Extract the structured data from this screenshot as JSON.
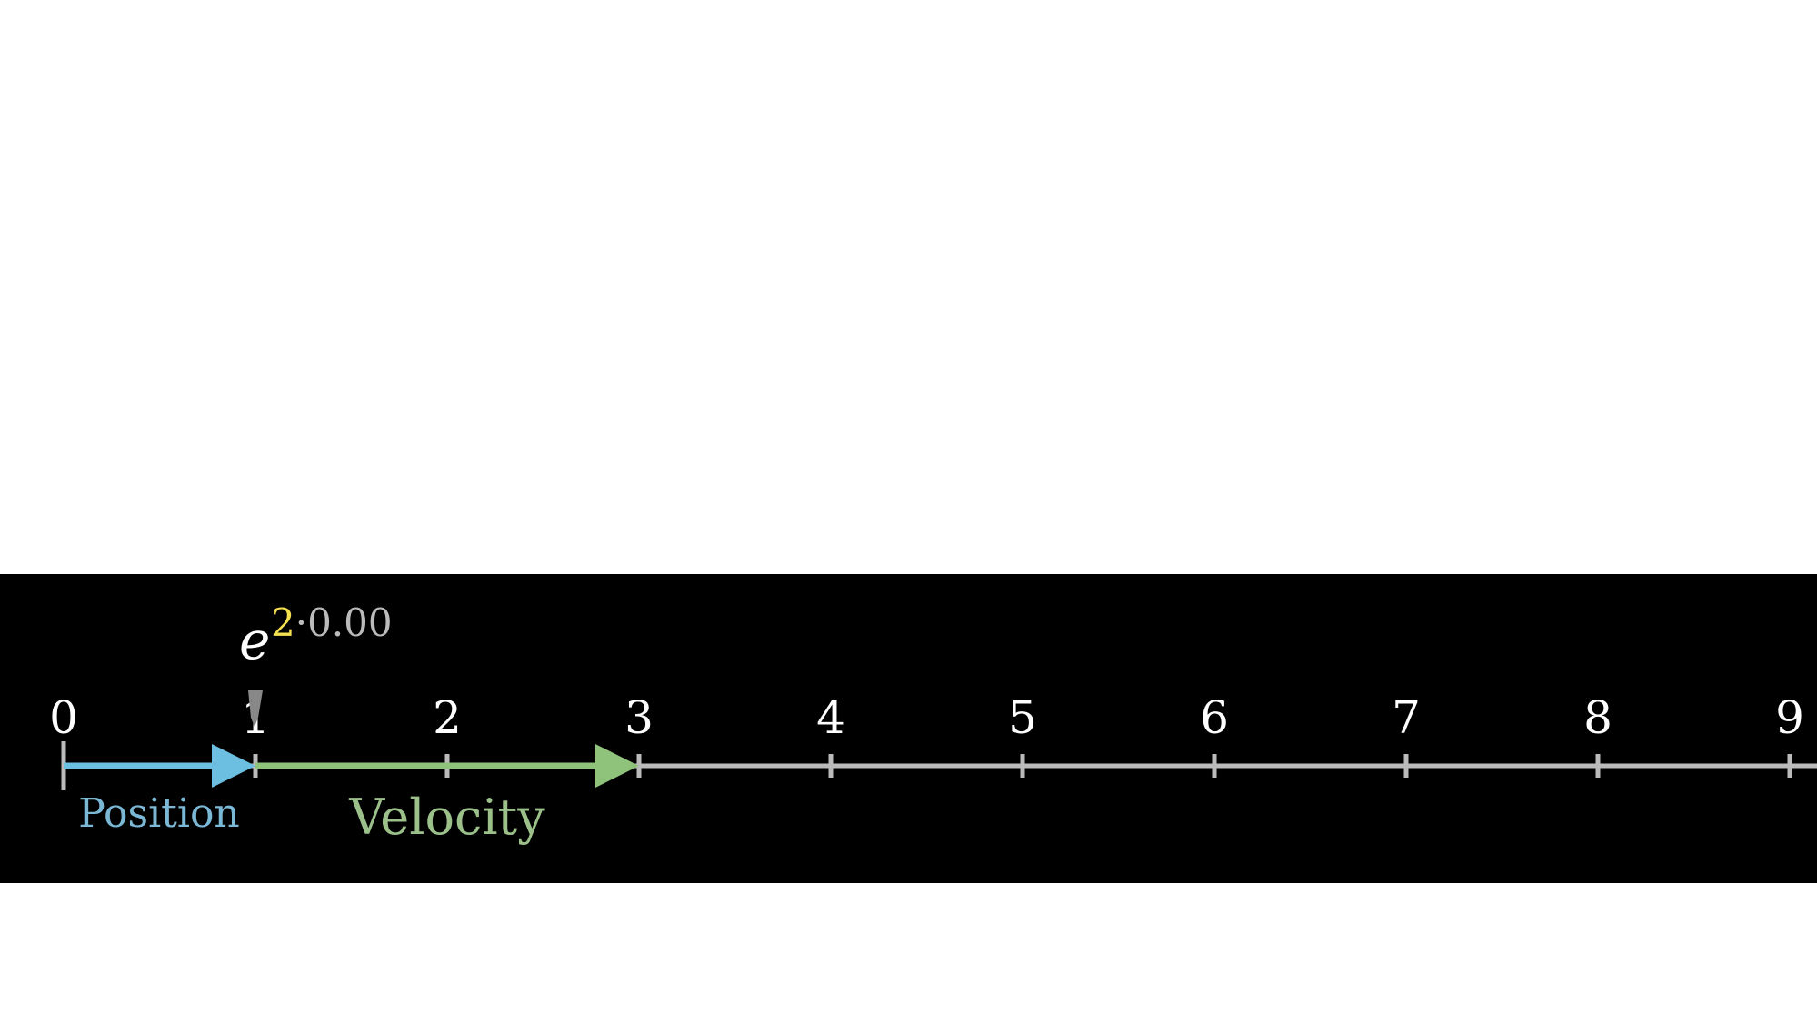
{
  "number_line": {
    "tick_labels": [
      "0",
      "1",
      "2",
      "3",
      "4",
      "5",
      "6",
      "7",
      "8",
      "9"
    ],
    "tick_values": [
      0,
      1,
      2,
      3,
      4,
      5,
      6,
      7,
      8,
      9
    ],
    "axis_color": "#bbbbbb",
    "label_color": "#ffffff"
  },
  "expression": {
    "base": "e",
    "exponent_rate": "2",
    "exponent_rest": "·0.00",
    "rate_color": "#f5e050",
    "rest_color": "#bbbbbb",
    "base_color": "#ffffff"
  },
  "position_vector": {
    "label": "Position",
    "from": 0,
    "to": 1,
    "color": "#6cbfe0",
    "label_color": "#7ab8d6"
  },
  "velocity_vector": {
    "label": "Velocity",
    "from": 1,
    "to": 3,
    "color": "#8fc27a",
    "label_color": "#9cc08a"
  },
  "marker": {
    "value": 1,
    "color": "#888888"
  },
  "colors": {
    "background_top": "#ffffff",
    "band": "#000000"
  }
}
